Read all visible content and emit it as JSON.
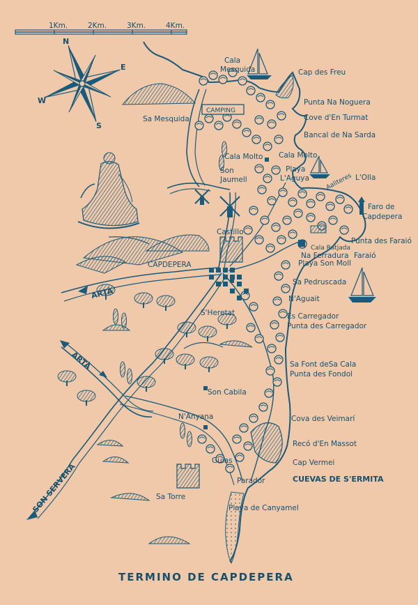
{
  "title": "TERMINO DE CAPDEPERA",
  "scale": {
    "ticks": [
      "1Km.",
      "2Km.",
      "3Km.",
      "4Km."
    ]
  },
  "compass": {
    "north": "N",
    "south": "S",
    "east": "E",
    "west": "W"
  },
  "campsite": "CAMPING",
  "places": {
    "cala_mesquida": [
      "Cala",
      "Mesquida"
    ],
    "sa_mesquida": "Sa Mesquida",
    "cap_des_freu": "Cap des Freu",
    "punta_na_noguera": "Punta Na Noguera",
    "cove_turmat": "Cove d'En Turmat",
    "bancal_na_sarda": "Bancal de Na Sarda",
    "cala_molto_w": "Cala Molto",
    "cala_molto_e": "Cala Molto",
    "son_jaumell": [
      "Son",
      "Jaumell"
    ],
    "playa_aguya": [
      "Playa",
      "L'Aguya"
    ],
    "aaliteres": "Aaliteres",
    "lolla": "L'Olla",
    "faro": [
      "Faro de",
      "Capdepera"
    ],
    "castillo": "Castillo",
    "punta_farait": "Punta des Faraió",
    "cala_ratjada": "Cala Ratjada",
    "na_ferradura": "Na Ferradura",
    "faraio": "Faraió",
    "playa_son_moll": "Playa Son Moll",
    "capdepera": "CAPDEPERA",
    "sa_pedruscada": "Sa Pedruscada",
    "naguait": "N'Aguait",
    "sheretat": "S'Heretat",
    "es_carregador": "Es Carregador",
    "punta_carregador": "Punta des Carregador",
    "sa_font": "Sa Font deSa Cala",
    "punta_fondol": "Punta des Fondol",
    "son_cabila": "Son Cabila",
    "nanyana": "N'Anyana",
    "cova_veimari": "Cova des Veimarí",
    "reco_massot": "Recó d'En Massot",
    "cap_vermei": "Cap  Vermei",
    "cuevas": "CUEVAS DE S'ERMITA",
    "guias": "Guias",
    "parador": "Parador",
    "sa_torre": "Sa Torre",
    "playa_canyamel": "Playa de Canyamel"
  },
  "roads": {
    "arta_upper": "ARTÀ",
    "arta_lower": "ARTÀ",
    "son_servera": "SON SERVERA"
  },
  "colors": {
    "ink": "#1a5a7a",
    "paper": "#efc9aa",
    "text": "#17506d"
  }
}
